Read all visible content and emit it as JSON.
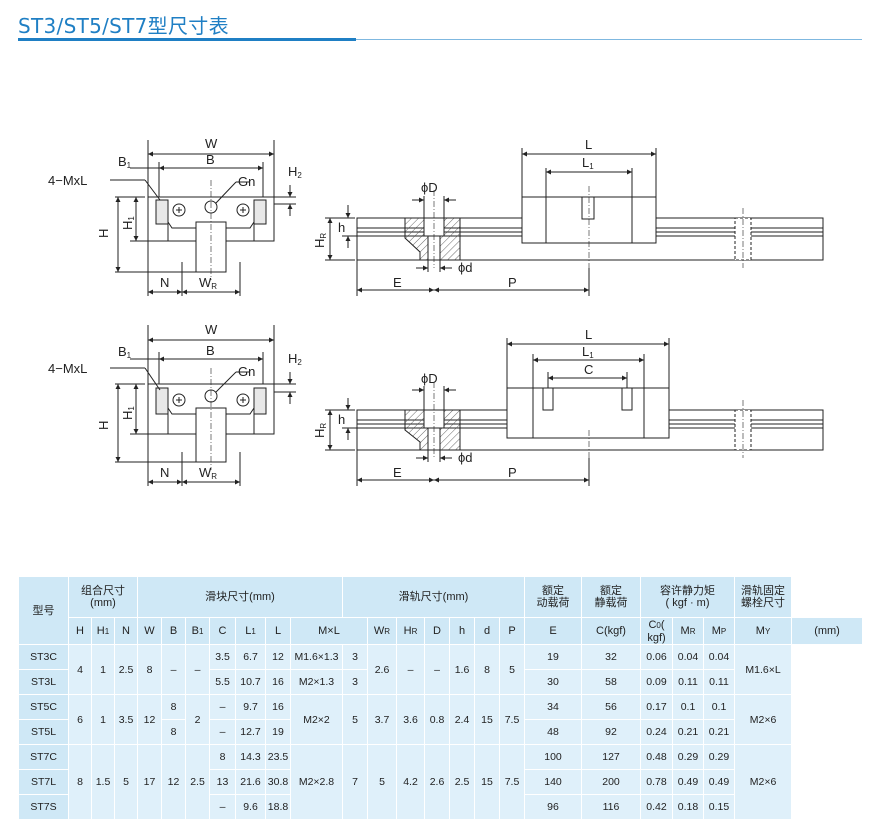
{
  "title": "ST3/ST5/ST7型尺寸表",
  "drawing": {
    "labels": {
      "W": "W",
      "B": "B",
      "B1": "B",
      "B1_sub": "1",
      "mxl": "4−MxL",
      "Gn": "Gn",
      "H2": "H",
      "H2_sub": "2",
      "H": "H",
      "H1": "H",
      "H1_sub": "1",
      "N": "N",
      "WR": "W",
      "WR_sub": "R",
      "L": "L",
      "L1": "L",
      "L1_sub": "1",
      "C": "C",
      "phiD": "ϕD",
      "phid": "ϕd",
      "E": "E",
      "P": "P",
      "h": "h",
      "HR": "H",
      "HR_sub": "R"
    }
  },
  "table": {
    "header": {
      "model": "型号",
      "assembly": "组合尺寸",
      "assembly_unit": "(mm)",
      "block": "滑块尺寸(mm)",
      "rail": "滑轨尺寸(mm)",
      "dyn": "额定",
      "dyn2": "动载荷",
      "stat": "额定",
      "stat2": "静载荷",
      "moment": "容许静力矩",
      "moment_unit": "( kgf · m)",
      "bolt": "滑轨固定",
      "bolt2": "螺栓尺寸",
      "cols": [
        "H",
        "H",
        "N",
        "W",
        "B",
        "B",
        "C",
        "L",
        "L",
        "M×L",
        "W",
        "H",
        "D",
        "h",
        "d",
        "P",
        "E",
        "C(kgf)",
        "C",
        "M",
        "M",
        "M",
        "(mm)"
      ],
      "col_subs": [
        "",
        "1",
        "",
        "",
        "",
        "1",
        "",
        "1",
        "",
        "",
        "R",
        "R",
        "",
        "",
        "",
        "",
        "",
        "",
        "0",
        "R",
        "P",
        "Y",
        ""
      ],
      "c0_suffix": "( kgf)"
    },
    "rows": [
      {
        "model": "ST3C",
        "C": "3.5",
        "L1": "6.7",
        "L": "12",
        "MxL": "M1.6×1.3",
        "WR": "3",
        "Ckgf": "19",
        "C0": "32",
        "MR": "0.06",
        "MP": "0.04",
        "MY": "0.04"
      },
      {
        "model": "ST3L",
        "C": "5.5",
        "L1": "10.7",
        "L": "16",
        "MxL": "M2×1.3",
        "WR": "3",
        "Ckgf": "30",
        "C0": "58",
        "MR": "0.09",
        "MP": "0.11",
        "MY": "0.11"
      },
      {
        "model": "ST5C",
        "B1": "8",
        "C": "–",
        "L1": "9.7",
        "L": "16",
        "Ckgf": "34",
        "C0": "56",
        "MR": "0.17",
        "MP": "0.1",
        "MY": "0.1"
      },
      {
        "model": "ST5L",
        "B1": "8",
        "C": "–",
        "L1": "12.7",
        "L": "19",
        "Ckgf": "48",
        "C0": "92",
        "MR": "0.24",
        "MP": "0.21",
        "MY": "0.21"
      },
      {
        "model": "ST7C",
        "C": "8",
        "L1": "14.3",
        "L": "23.5",
        "Ckgf": "100",
        "C0": "127",
        "MR": "0.48",
        "MP": "0.29",
        "MY": "0.29"
      },
      {
        "model": "ST7L",
        "C": "13",
        "L1": "21.6",
        "L": "30.8",
        "Ckgf": "140",
        "C0": "200",
        "MR": "0.78",
        "MP": "0.49",
        "MY": "0.49"
      },
      {
        "model": "ST7S",
        "C": "–",
        "L1": "9.6",
        "L": "18.8",
        "Ckgf": "96",
        "C0": "116",
        "MR": "0.42",
        "MP": "0.18",
        "MY": "0.15"
      }
    ],
    "groups": {
      "st3": {
        "H": "4",
        "H1": "1",
        "N": "2.5",
        "W": "8",
        "B": "–",
        "B1": "–",
        "HR": "2.6",
        "D": "–",
        "h": "–",
        "d": "1.6",
        "P": "8",
        "E": "5",
        "bolt": "M1.6×L"
      },
      "st5": {
        "H": "6",
        "H1": "1",
        "N": "3.5",
        "W": "12",
        "B": "2",
        "MxL": "M2×2",
        "WR": "5",
        "HR": "3.7",
        "D": "3.6",
        "h": "0.8",
        "d": "2.4",
        "P": "15",
        "E": "7.5",
        "bolt": "M2×6"
      },
      "st7": {
        "H": "8",
        "H1": "1.5",
        "N": "5",
        "W": "17",
        "B": "12",
        "B1": "2.5",
        "MxL": "M2×2.8",
        "WR": "7",
        "HR": "5",
        "D": "4.2",
        "h": "2.6",
        "d": "2.5",
        "P": "15",
        "E": "7.5",
        "bolt": "M2×6"
      }
    }
  }
}
